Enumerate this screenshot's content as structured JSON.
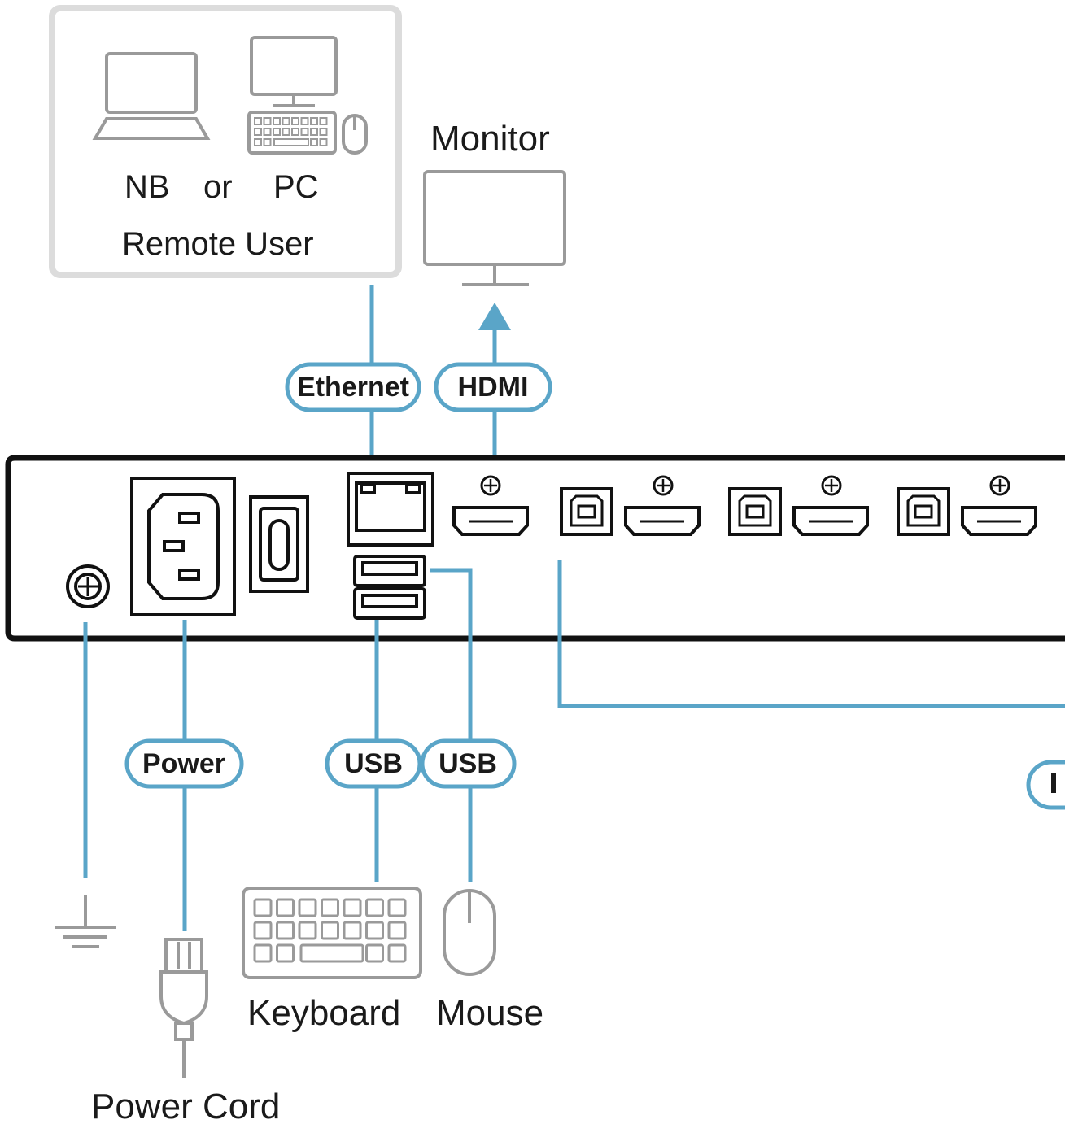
{
  "colors": {
    "cable": "#5aa5c8",
    "device": "#9a9a9a",
    "box_border": "#dcdcdc",
    "panel": "#111111"
  },
  "remote_user": {
    "nb_label": "NB",
    "or_label": "or",
    "pc_label": "PC",
    "title": "Remote User",
    "icons": [
      "laptop-icon",
      "desktop-pc-icon",
      "keyboard-icon",
      "mouse-icon"
    ]
  },
  "monitor": {
    "label": "Monitor",
    "icon": "monitor-icon"
  },
  "cables": {
    "ethernet": "Ethernet",
    "hdmi": "HDMI",
    "power": "Power",
    "usb_keyboard": "USB",
    "usb_mouse": "USB"
  },
  "peripherals": {
    "keyboard": "Keyboard",
    "mouse": "Mouse",
    "power_cord": "Power Cord",
    "ground_icon": "ground-icon"
  },
  "panel_ports": [
    "ground-screw",
    "power-socket",
    "power-switch",
    "rj45-port",
    "usb-a-ports",
    "hdmi-out",
    "usb-b-port",
    "hdmi-in"
  ]
}
